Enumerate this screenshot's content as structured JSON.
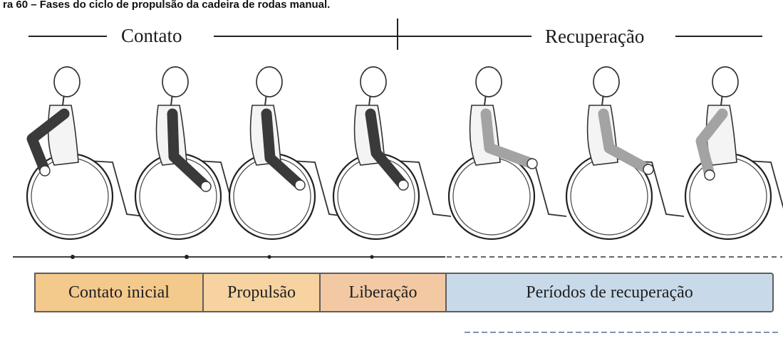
{
  "figure": {
    "caption": "ra 60 – Fases do ciclo de propulsão da cadeira de rodas manual."
  },
  "phases": {
    "contact_title": "Contato",
    "recovery_title": "Recuperação"
  },
  "stages": [
    {
      "label": "Contato inicial",
      "color": "#f3c98c"
    },
    {
      "label": "Propulsão",
      "color": "#f6d3a1"
    },
    {
      "label": "Liberação",
      "color": "#f2c9a3"
    },
    {
      "label": "Períodos de recuperação",
      "color": "#c8daea"
    }
  ],
  "figures": [
    {
      "phase": "contact",
      "arm_color": "#3a3a3a"
    },
    {
      "phase": "contact",
      "arm_color": "#3a3a3a"
    },
    {
      "phase": "contact",
      "arm_color": "#3a3a3a"
    },
    {
      "phase": "contact",
      "arm_color": "#3a3a3a"
    },
    {
      "phase": "recovery",
      "arm_color": "#a3a3a3"
    },
    {
      "phase": "recovery",
      "arm_color": "#a3a3a3"
    },
    {
      "phase": "recovery",
      "arm_color": "#a3a3a3"
    }
  ]
}
